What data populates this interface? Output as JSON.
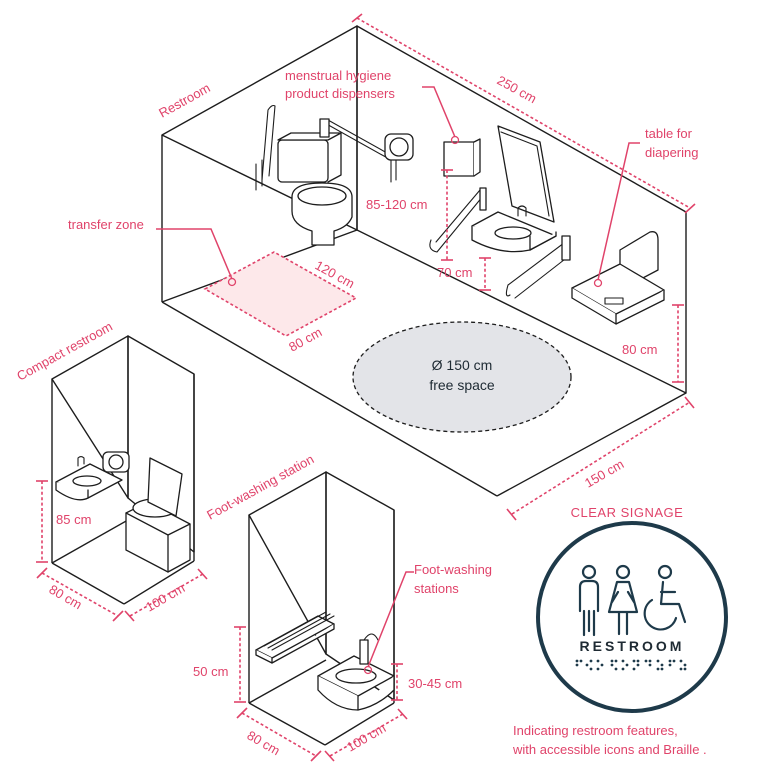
{
  "labels": {
    "restroom": "Restroom",
    "menstrual": [
      "menstrual hygiene",
      "product dispensers"
    ],
    "width_250": "250 cm",
    "table_diapering": [
      "table for",
      "diapering"
    ],
    "transfer_zone": "transfer zone",
    "h_85_120": "85-120 cm",
    "d_120": "120 cm",
    "d_80_transfer": "80 cm",
    "h_70": "70 cm",
    "h_80_table": "80 cm",
    "free_space": [
      "Ø 150 cm",
      "free space"
    ],
    "d_150": "150 cm",
    "compact_restroom": "Compact restroom",
    "h_85": "85 cm",
    "compact_80": "80 cm",
    "compact_100": "100 cm",
    "foot_washing_station": "Foot-washing station",
    "foot_washing_stations": [
      "Foot-washing",
      "stations"
    ],
    "h_50": "50 cm",
    "h_30_45": "30-45 cm",
    "foot_80": "80 cm",
    "foot_100": "100 cm",
    "clear_signage": "CLEAR SIGNAGE",
    "sign_text": "RESTROOM",
    "caption": [
      "Indicating restroom features,",
      "with accessible icons and Braille ."
    ]
  },
  "colors": {
    "accent": "#e0436a",
    "sign_navy": "#1e3a4a",
    "transfer_fill": "#fde8ea",
    "free_space_fill": "#e3e4e8",
    "line": "#1d1d1d"
  },
  "icons": [
    "male-figure-icon",
    "female-figure-icon",
    "wheelchair-icon"
  ]
}
